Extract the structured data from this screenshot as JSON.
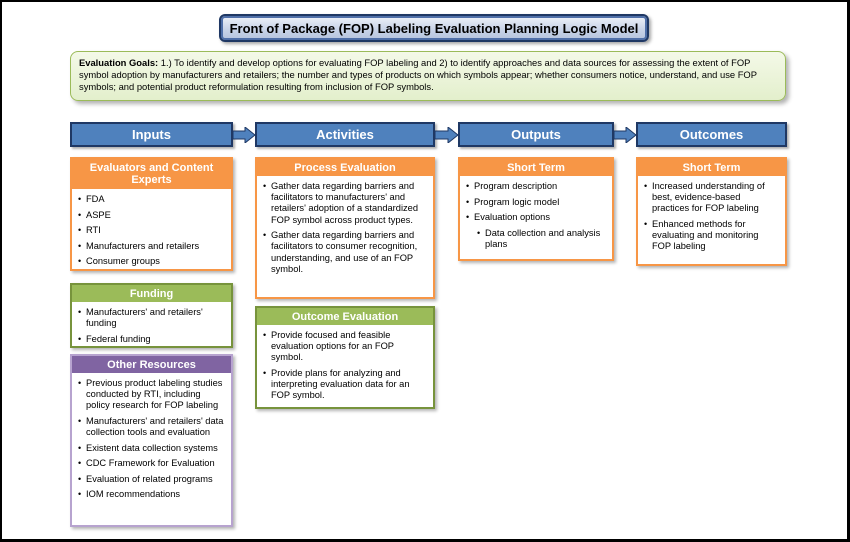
{
  "title": "Front of Package (FOP) Labeling Evaluation Planning Logic Model",
  "goals": {
    "label": "Evaluation Goals:",
    "text": " 1.) To identify and develop options for evaluating FOP labeling and 2) to identify approaches and data sources for assessing the extent of FOP symbol adoption by manufacturers and retailers; the number and types of products on which symbols appear; whether consumers notice, understand, and use FOP symbols; and potential product reformulation resulting from inclusion of FOP symbols."
  },
  "columns": [
    "Inputs",
    "Activities",
    "Outputs",
    "Outcomes"
  ],
  "inputs": {
    "evaluators": {
      "header": "Evaluators and Content Experts",
      "items": [
        "FDA",
        "ASPE",
        "RTI",
        "Manufacturers and retailers",
        "Consumer groups"
      ]
    },
    "funding": {
      "header": "Funding",
      "items": [
        "Manufacturers' and retailers' funding",
        "Federal funding"
      ]
    },
    "other_resources": {
      "header": "Other Resources",
      "items": [
        "Previous product labeling studies conducted by RTI, including policy research for FOP labeling",
        "Manufacturers' and retailers' data collection tools and evaluation",
        "Existent data collection systems",
        "CDC Framework for Evaluation",
        "Evaluation of related programs",
        "IOM recommendations"
      ]
    }
  },
  "activities": {
    "process": {
      "header": "Process Evaluation",
      "items": [
        "Gather data regarding barriers and facilitators to manufacturers' and retailers' adoption of a standardized FOP symbol across product types.",
        "Gather data regarding barriers and facilitators to consumer recognition, understanding, and use of an FOP symbol."
      ]
    },
    "outcome": {
      "header": "Outcome Evaluation",
      "items": [
        "Provide focused and feasible evaluation options for an FOP symbol.",
        "Provide plans for analyzing and interpreting evaluation data for an FOP symbol."
      ]
    }
  },
  "outputs": {
    "header": "Short Term",
    "items": [
      "Program description",
      "Program logic  model",
      "Evaluation options"
    ],
    "subitem": "Data collection and analysis plans"
  },
  "outcomes": {
    "header": "Short Term",
    "items": [
      "Increased understanding of best, evidence-based practices for FOP labeling",
      "Enhanced methods for evaluating and monitoring FOP labeling"
    ]
  },
  "colors": {
    "column_header": "#4f81bd",
    "orange": "#f79646",
    "green": "#9bbb59",
    "purple": "#8064a2"
  }
}
